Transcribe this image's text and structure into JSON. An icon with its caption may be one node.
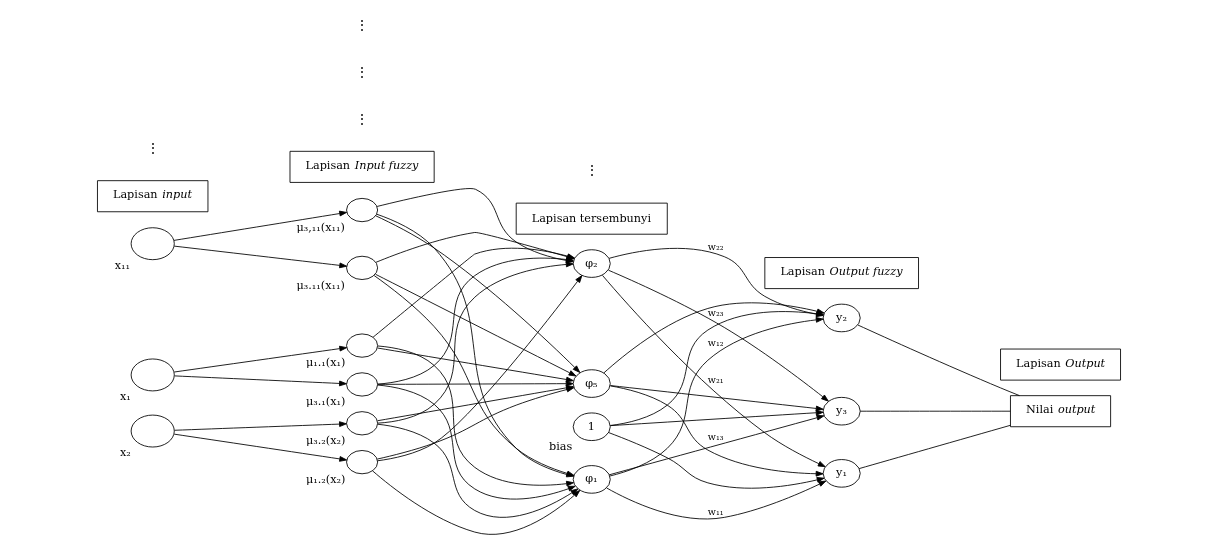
{
  "diagram": {
    "nodes": [
      {
        "text": [],
        "shape": "circle",
        "beside": [
          "x₁"
        ]
      },
      {
        "text": [],
        "shape": "circle",
        "beside": [
          "x₂"
        ]
      },
      {
        "text": [],
        "shape": "circle",
        "beside": [
          "x₁₁"
        ]
      },
      {
        "text": [],
        "shape": "circle",
        "beside": [
          "μ₁.₁(x₁)"
        ]
      },
      {
        "text": [],
        "shape": "circle",
        "beside": [
          "μ₃.₁(x₁)"
        ]
      },
      {
        "text": [],
        "shape": "circle",
        "beside": [
          "μ₁.₂(x₂)"
        ]
      },
      {
        "text": [],
        "shape": "circle",
        "beside": [
          "μ₃.₂(x₂)"
        ]
      },
      {
        "text": [],
        "shape": "circle",
        "beside": [
          "μ₃,₁₁(x₁₁)"
        ]
      },
      {
        "text": [],
        "shape": "circle",
        "beside": [
          "μ₃.₁₁(x₁₁)"
        ]
      },
      {
        "text": [
          "φ₁"
        ]
      },
      {
        "text": [
          "φ₂"
        ]
      },
      {
        "text": [
          "φ₅"
        ]
      },
      {
        "text": [
          "1"
        ],
        "beside": [
          "bias"
        ]
      },
      {
        "text": [
          "y₁"
        ]
      },
      {
        "text": [
          "y₂"
        ]
      },
      {
        "text": [
          "y₃"
        ]
      },
      {
        "text": [
          "Nilai *output*"
        ]
      },
      {
        "text": [
          "Lapisan *input*"
        ]
      },
      {
        "text": [
          "Lapisan *Input fuzzy*"
        ]
      },
      {
        "text": [
          "Lapisan tersembunyi"
        ]
      },
      {
        "text": [
          "Lapisan *Output fuzzy*"
        ]
      },
      {
        "text": [
          "Lapisan *Output*"
        ]
      }
    ],
    "edges": [
      {
        "from": 0,
        "to": 3,
        "arrow": "to"
      },
      {
        "from": 0,
        "to": 4,
        "arrow": "to"
      },
      {
        "from": 1,
        "to": 5,
        "arrow": "to"
      },
      {
        "from": 1,
        "to": 6,
        "arrow": "to"
      },
      {
        "from": 2,
        "to": 7,
        "arrow": "to"
      },
      {
        "from": 2,
        "to": 8,
        "arrow": "to"
      },
      {
        "from": 3,
        "to": 9,
        "arrow": "to"
      },
      {
        "from": 3,
        "to": 10,
        "arrow": "to"
      },
      {
        "from": 3,
        "to": 11,
        "arrow": "to"
      },
      {
        "from": 4,
        "to": 9,
        "arrow": "to"
      },
      {
        "from": 4,
        "to": 10,
        "arrow": "to"
      },
      {
        "from": 4,
        "to": 11,
        "arrow": "to"
      },
      {
        "from": 5,
        "to": 9,
        "arrow": "to"
      },
      {
        "from": 5,
        "to": 10,
        "arrow": "to"
      },
      {
        "from": 5,
        "to": 11,
        "arrow": "to"
      },
      {
        "from": 6,
        "to": 9,
        "arrow": "to"
      },
      {
        "from": 6,
        "to": 10,
        "arrow": "to"
      },
      {
        "from": 6,
        "to": 11,
        "arrow": "to"
      },
      {
        "from": 7,
        "to": 9,
        "arrow": "to"
      },
      {
        "from": 7,
        "to": 10,
        "arrow": "to"
      },
      {
        "from": 7,
        "to": 11,
        "arrow": "to"
      },
      {
        "from": 8,
        "to": 9,
        "arrow": "to"
      },
      {
        "from": 8,
        "to": 10,
        "arrow": "to"
      },
      {
        "from": 8,
        "to": 11,
        "arrow": "to"
      },
      {
        "from": 9,
        "to": 13,
        "arrow": "to",
        "label": "w₁₁"
      },
      {
        "from": 9,
        "to": 14,
        "arrow": "to",
        "label": "w₁₂"
      },
      {
        "from": 9,
        "to": 15,
        "arrow": "to",
        "label": "w₁₃"
      },
      {
        "from": 10,
        "to": 13,
        "arrow": "to",
        "label": "w₂₁"
      },
      {
        "from": 10,
        "to": 14,
        "arrow": "to",
        "label": "w₂₂"
      },
      {
        "from": 10,
        "to": 15,
        "arrow": "to",
        "label": "w₂₃"
      },
      {
        "from": 11,
        "to": 13,
        "arrow": "to"
      },
      {
        "from": 11,
        "to": 14,
        "arrow": "to"
      },
      {
        "from": 11,
        "to": 15,
        "arrow": "to"
      },
      {
        "from": 12,
        "to": 13,
        "arrow": "to"
      },
      {
        "from": 12,
        "to": 14,
        "arrow": "to"
      },
      {
        "from": 12,
        "to": 15,
        "arrow": "to"
      },
      {
        "from": 13,
        "to": 16,
        "arrow": "none"
      },
      {
        "from": 14,
        "to": 16,
        "arrow": "none"
      },
      {
        "from": 15,
        "to": 16,
        "arrow": "none"
      }
    ],
    "labels": [
      "⋮",
      "⋮",
      "⋮",
      "⋮",
      "⋮"
    ]
  }
}
